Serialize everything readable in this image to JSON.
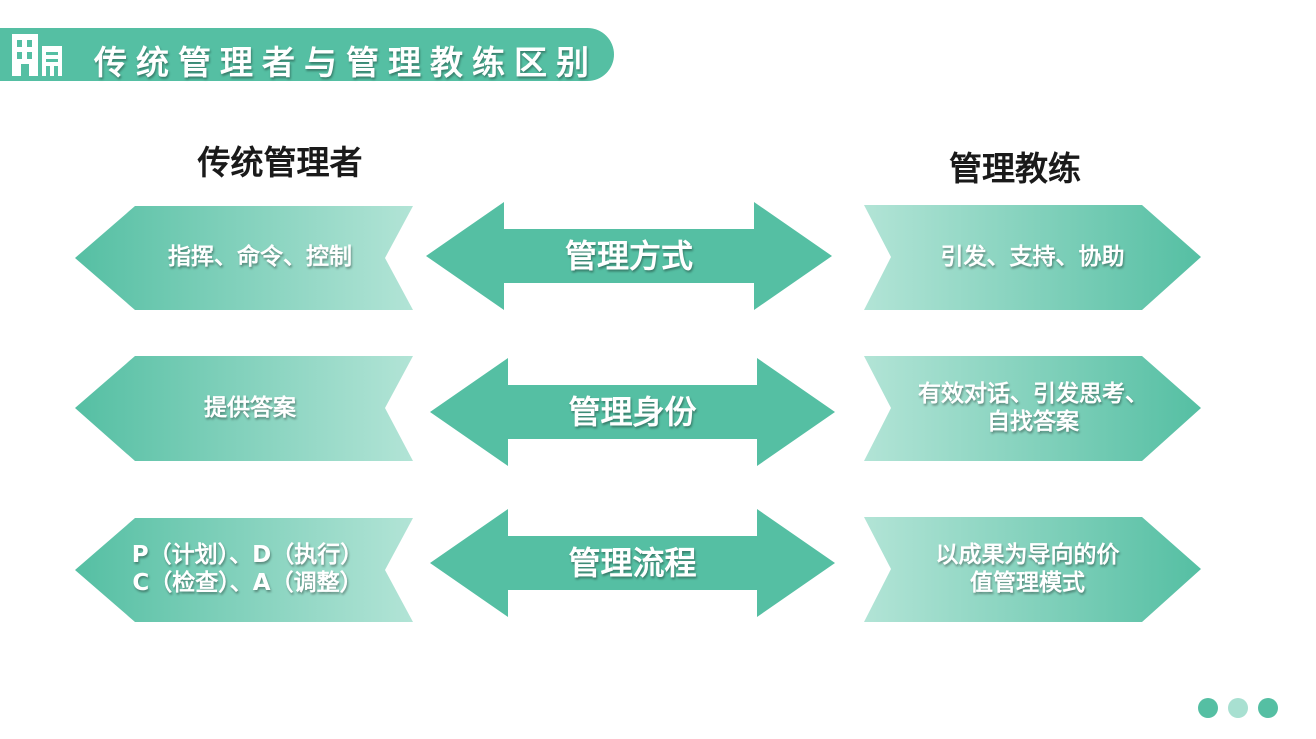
{
  "header": {
    "title": "传统管理者与管理教练区别",
    "logo_icon": "building-icon"
  },
  "columns": {
    "left_heading": "传统管理者",
    "right_heading": "管理教练"
  },
  "rows": [
    {
      "left_lines": [
        "指挥、命令、控制"
      ],
      "center": "管理方式",
      "right_lines": [
        "引发、支持、协助"
      ]
    },
    {
      "left_lines": [
        "提供答案"
      ],
      "center": "管理身份",
      "right_lines": [
        "有效对话、引发思考、",
        "自找答案"
      ]
    },
    {
      "left_lines": [
        "P（计划）、D（执行）",
        "C（检查）、A（调整）"
      ],
      "center": "管理流程",
      "right_lines": [
        "以成果为导向的价",
        "值管理模式"
      ]
    }
  ],
  "colors": {
    "accent": "#55bfa3",
    "accent_light": "#a8e0d1",
    "dot_light": "#a8e0d1"
  },
  "pagination": {
    "dots": 3,
    "active_index": 1
  }
}
